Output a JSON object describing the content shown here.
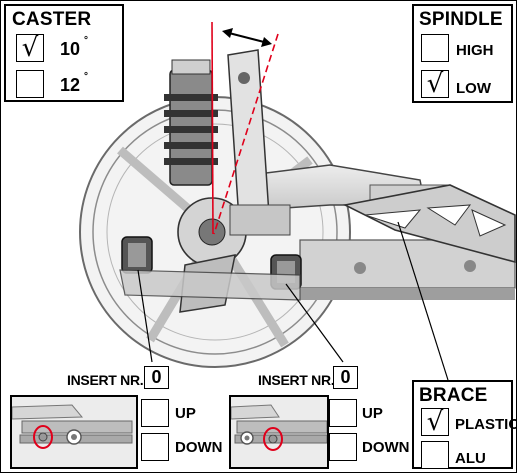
{
  "caster": {
    "title": "CASTER",
    "options": [
      {
        "label": "10",
        "unit": "°",
        "checked": true
      },
      {
        "label": "12",
        "unit": "°",
        "checked": false
      }
    ]
  },
  "spindle": {
    "title": "SPINDLE",
    "options": [
      {
        "label": "HIGH",
        "checked": false
      },
      {
        "label": "LOW",
        "checked": true
      }
    ]
  },
  "brace": {
    "title": "BRACE",
    "options": [
      {
        "label": "PLASTIC",
        "checked": true
      },
      {
        "label": "ALU",
        "checked": false
      }
    ]
  },
  "inserts": [
    {
      "label": "INSERT NR.",
      "value": "0",
      "options": [
        {
          "label": "UP"
        },
        {
          "label": "DOWN"
        }
      ]
    },
    {
      "label": "INSERT NR.",
      "value": "0",
      "options": [
        {
          "label": "UP"
        },
        {
          "label": "DOWN"
        }
      ]
    }
  ],
  "check_mark": "√",
  "colors": {
    "accent": "#e0001b",
    "line": "#000000"
  }
}
